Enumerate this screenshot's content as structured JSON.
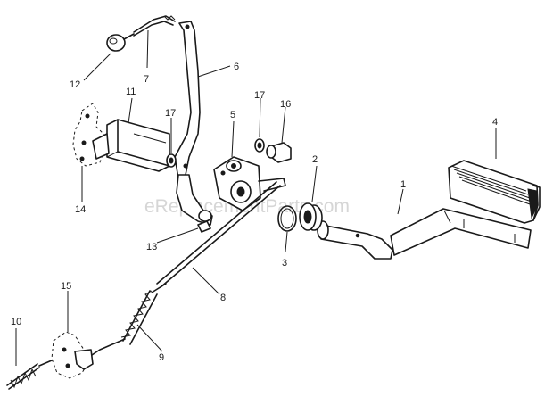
{
  "watermark": "eReplacementParts.com",
  "callouts": [
    {
      "id": "c1",
      "label": "1"
    },
    {
      "id": "c2",
      "label": "2"
    },
    {
      "id": "c3",
      "label": "3"
    },
    {
      "id": "c4",
      "label": "4"
    },
    {
      "id": "c5",
      "label": "5"
    },
    {
      "id": "c6",
      "label": "6"
    },
    {
      "id": "c7",
      "label": "7"
    },
    {
      "id": "c8",
      "label": "8"
    },
    {
      "id": "c9",
      "label": "9"
    },
    {
      "id": "c10",
      "label": "10"
    },
    {
      "id": "c11",
      "label": "11"
    },
    {
      "id": "c12",
      "label": "12"
    },
    {
      "id": "c13",
      "label": "13"
    },
    {
      "id": "c14",
      "label": "14"
    },
    {
      "id": "c15",
      "label": "15"
    },
    {
      "id": "c16",
      "label": "16"
    },
    {
      "id": "c17a",
      "label": "17"
    },
    {
      "id": "c17b",
      "label": "17"
    }
  ]
}
